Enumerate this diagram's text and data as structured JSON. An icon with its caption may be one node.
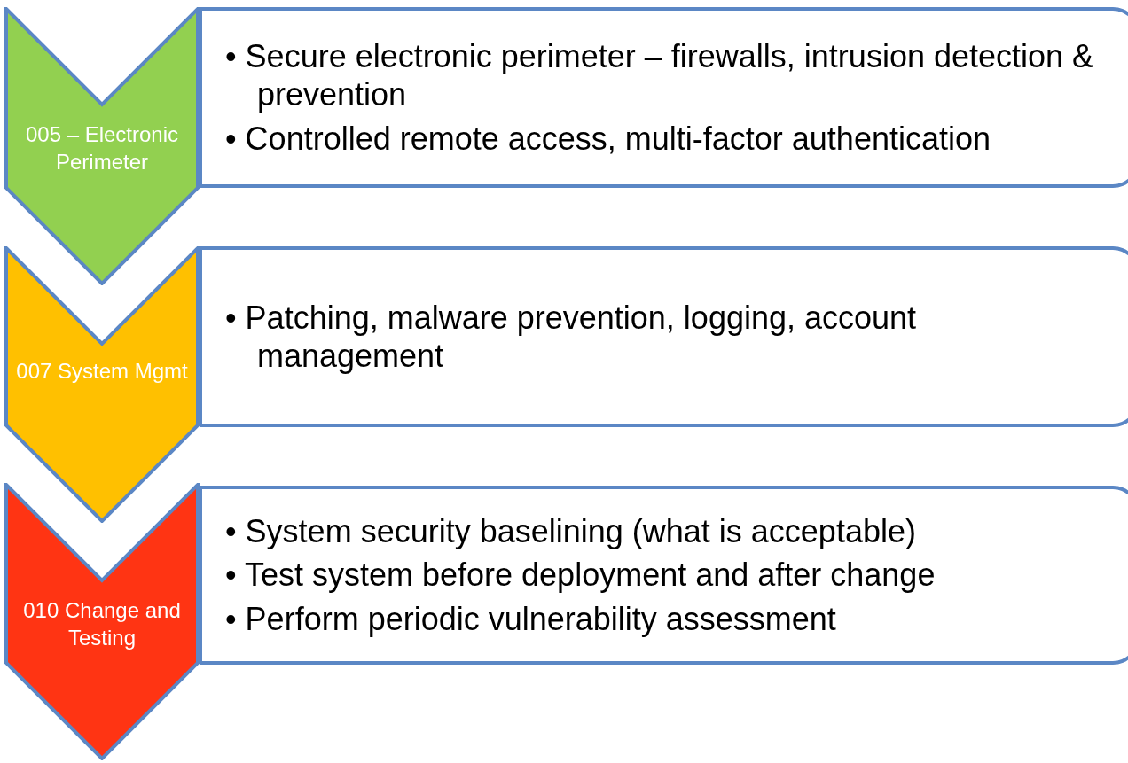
{
  "diagram": {
    "nodes": [
      {
        "text": [
          "005 – Electronic Perimeter"
        ]
      },
      {
        "text": [
          "• Secure electronic perimeter – firewalls, intrusion detection & prevention",
          "• Controlled remote access, multi-factor authentication"
        ]
      },
      {
        "text": [
          "007 System Mgmt"
        ]
      },
      {
        "text": [
          "• Patching, malware prevention, logging, account management"
        ]
      },
      {
        "text": [
          "010 Change and Testing"
        ]
      },
      {
        "text": [
          "• System security baselining (what is acceptable)",
          "• Test system before deployment and after change",
          "• Perform periodic vulnerability assessment"
        ]
      }
    ],
    "edges": []
  }
}
